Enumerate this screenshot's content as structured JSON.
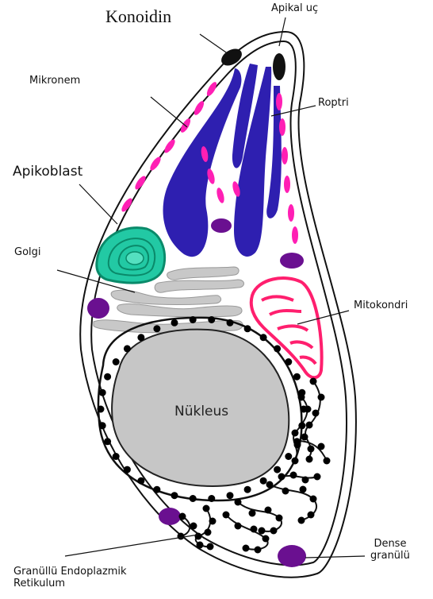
{
  "labels": {
    "konoidin": "Konoidin",
    "apikal_uc": "Apikal uç",
    "mikronem": "Mikronem",
    "roptri": "Roptri",
    "apikoblast": "Apikoblast",
    "golgi": "Golgi",
    "mitokondri": "Mitokondri",
    "nukleus": "Nükleus",
    "dense_granulu": "Dense\ngranülü",
    "ger": "Granüllü Endoplazmik\nRetikulum"
  },
  "colors": {
    "outline": "#111111",
    "rhoptry": "#2e1fb0",
    "micronema": "#ff1fb4",
    "conoid": "#111111",
    "apicoplast_outer": "#0a8a6a",
    "apicoplast_fill": "#22c9a4",
    "golgi": "#c8c8c8",
    "mitochondrion": "#ff1f6e",
    "nucleus": "#c6c6c6",
    "dense_granule": "#6a1090",
    "er_dot": "#000000"
  }
}
